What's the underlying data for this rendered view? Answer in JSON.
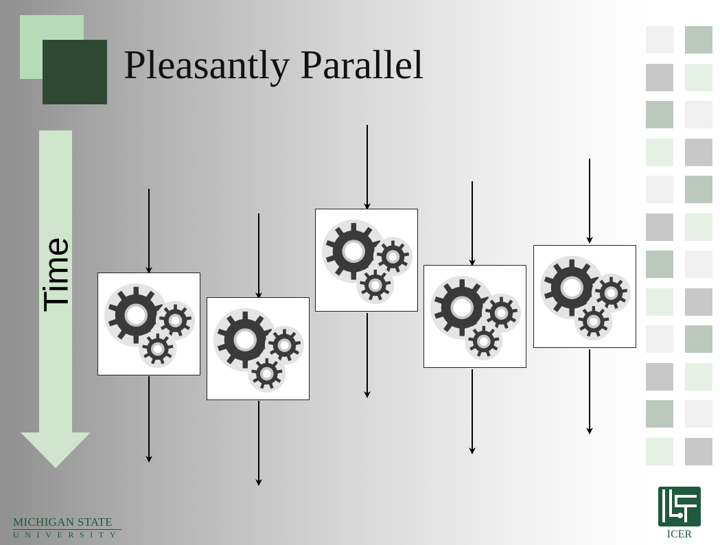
{
  "slide": {
    "title": "Pleasantly Parallel",
    "time_label": "Time"
  },
  "colors": {
    "accent_light_green": "#b7dbb6",
    "accent_dark_green": "#2e4a33",
    "time_arrow_fill": "#cfe5cc",
    "msu_green": "#1e5a3b",
    "tile_colors": [
      "#f0f0f0",
      "#bcc8bd",
      "#c8c8c8",
      "#e6f0e5"
    ]
  },
  "diagram": {
    "type": "parallel-tasks",
    "task_icon": "gears-icon",
    "task_count": 5
  },
  "footer": {
    "msu_line1": "MICHIGAN STATE",
    "msu_line2": "UNIVERSITY",
    "icer_text": "ICER"
  }
}
